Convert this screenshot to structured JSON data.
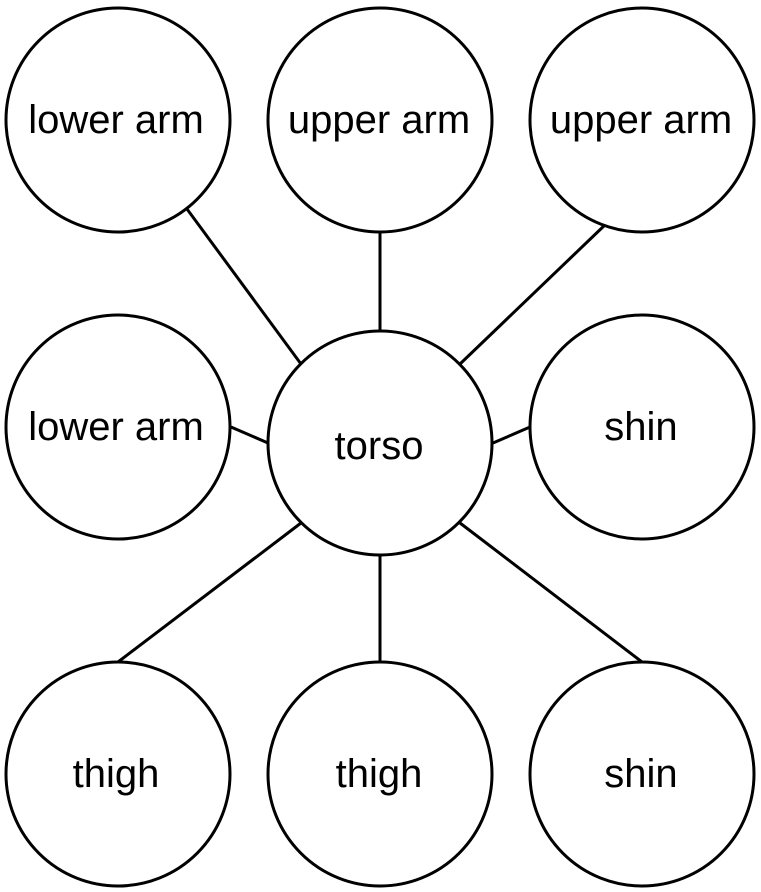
{
  "diagram": {
    "nodes": {
      "torso": "torso",
      "lower_arm_top": "lower arm",
      "upper_arm_center": "upper arm",
      "upper_arm_right": "upper arm",
      "lower_arm_left": "lower arm",
      "shin_right": "shin",
      "thigh_left": "thigh",
      "thigh_center": "thigh",
      "shin_bottom_right": "shin"
    },
    "colors": {
      "stroke": "#000000",
      "fill": "#ffffff"
    }
  }
}
